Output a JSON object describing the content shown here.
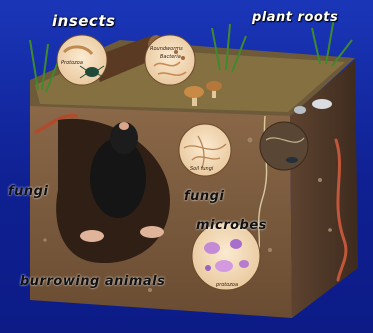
{
  "labels": {
    "insects": "insects",
    "plant_roots": "plant roots",
    "fungi_left": "fungi",
    "fungi_middle": "fungi",
    "microbes": "microbes",
    "burrowing_animals": "burrowing animals"
  },
  "inset_captions": {
    "protozoa_top": "Protozoa",
    "nematodes": "Roundworms",
    "bacteria": "Bacteria",
    "soil_fungi": "Soil fungi",
    "protozoa_bottom": "protozoa"
  },
  "colors": {
    "background": "#11249a",
    "soil": "#7a5a3e",
    "soil_dark": "#4e3624",
    "grass": "#3f8a2c",
    "inset_fill": "#f3dcb8",
    "label_text_light": "#ffffff",
    "label_text_dark": "#111111"
  }
}
